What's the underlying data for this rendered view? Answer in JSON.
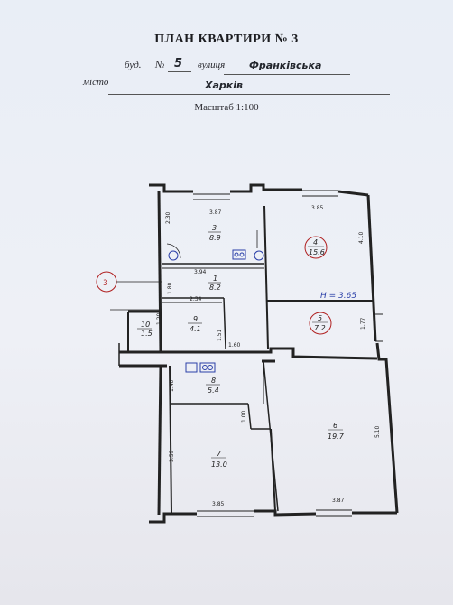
{
  "header": {
    "title": "ПЛАН КВАРТИРИ № 3",
    "bud_label": "буд.",
    "num_label": "№",
    "building_number": "5",
    "street_label": "вулиця",
    "street": "Франківська",
    "city_label": "місто",
    "city": "Харків",
    "scale": "Масштаб 1:100"
  },
  "plan": {
    "section_marker": "3",
    "height_label": "H = 3.65",
    "rooms": [
      {
        "id": "room-1",
        "number": "1",
        "area": "8.2"
      },
      {
        "id": "room-3",
        "number": "3",
        "area": "8.9"
      },
      {
        "id": "room-4",
        "number": "4",
        "area": "15.6"
      },
      {
        "id": "room-5",
        "number": "5",
        "area": "7.2"
      },
      {
        "id": "room-6",
        "number": "6",
        "area": "19.7"
      },
      {
        "id": "room-7",
        "number": "7",
        "area": "13.0"
      },
      {
        "id": "room-8",
        "number": "8",
        "area": "5.4"
      },
      {
        "id": "room-9",
        "number": "9",
        "area": "4.1"
      },
      {
        "id": "room-10",
        "number": "10",
        "area": "1.5"
      }
    ],
    "dimensions": [
      "3.87",
      "2.30",
      "3.85",
      "4.10",
      "3.94",
      "1.80",
      "2.34",
      "1.77",
      "1.20",
      "1.51",
      "1.60",
      "1.40",
      "1.00",
      "3.59",
      "5.10",
      "3.85",
      "3.87"
    ]
  }
}
